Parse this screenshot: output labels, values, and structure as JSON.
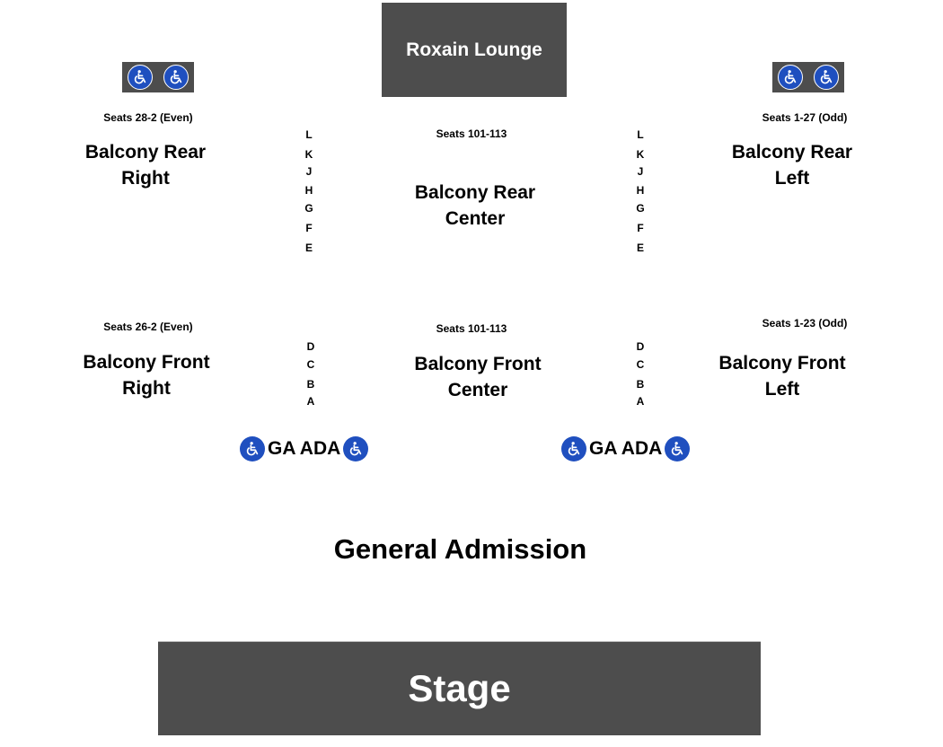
{
  "lounge": {
    "label": "Roxain Lounge"
  },
  "stage": {
    "label": "Stage"
  },
  "general_admission": {
    "label": "General Admission"
  },
  "ada_icon_name": "wheelchair-icon",
  "ga_ada": {
    "left_label": "GA ADA",
    "right_label": "GA ADA"
  },
  "sections": {
    "balcony_rear_right": {
      "seats": "Seats 28-2 (Even)",
      "line1": "Balcony Rear",
      "line2": "Right"
    },
    "balcony_rear_center": {
      "seats": "Seats 101-113",
      "line1": "Balcony Rear",
      "line2": "Center"
    },
    "balcony_rear_left": {
      "seats": "Seats 1-27 (Odd)",
      "line1": "Balcony Rear",
      "line2": "Left"
    },
    "balcony_front_right": {
      "seats": "Seats 26-2 (Even)",
      "line1": "Balcony Front",
      "line2": "Right"
    },
    "balcony_front_center": {
      "seats": "Seats 101-113",
      "line1": "Balcony Front",
      "line2": "Center"
    },
    "balcony_front_left": {
      "seats": "Seats 1-23 (Odd)",
      "line1": "Balcony Front",
      "line2": "Left"
    }
  },
  "rows": {
    "rear": [
      "L",
      "K",
      "J",
      "H",
      "G",
      "F",
      "E"
    ],
    "front": [
      "D",
      "C",
      "B",
      "A"
    ]
  },
  "colors": {
    "block": "#4d4d4d",
    "ada_blue": "#1f4fbf",
    "text": "#000000"
  }
}
